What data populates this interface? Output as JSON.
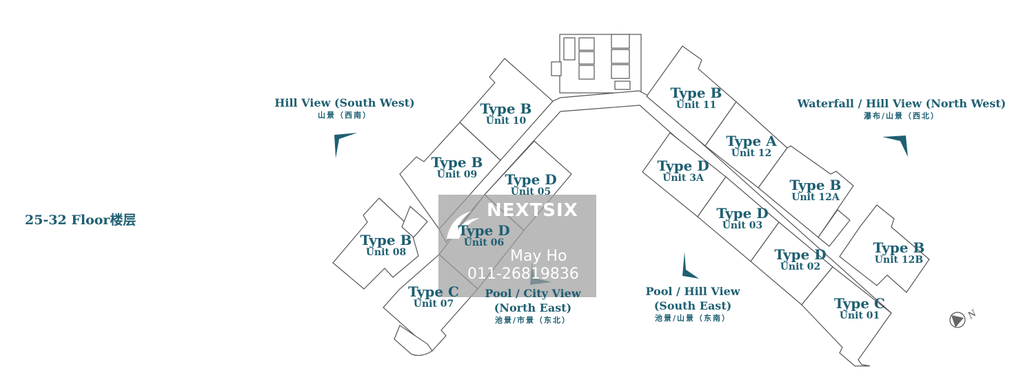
{
  "floor_label": "25-32 Floor楼层",
  "units": [
    {
      "type": "Type B",
      "unit": "Unit 10"
    },
    {
      "type": "Type B",
      "unit": "Unit 09"
    },
    {
      "type": "Type D",
      "unit": "Unit 05"
    },
    {
      "type": "Type D",
      "unit": "Unit 06"
    },
    {
      "type": "Type B",
      "unit": "Unit 08"
    },
    {
      "type": "Type C",
      "unit": "Unit 07"
    },
    {
      "type": "Type B",
      "unit": "Unit 11"
    },
    {
      "type": "Type A",
      "unit": "Unit 12"
    },
    {
      "type": "Type B",
      "unit": "Unit 12A"
    },
    {
      "type": "Type D",
      "unit": "Unit 3A"
    },
    {
      "type": "Type D",
      "unit": "Unit 03"
    },
    {
      "type": "Type D",
      "unit": "Unit 02"
    },
    {
      "type": "Type B",
      "unit": "Unit 12B"
    },
    {
      "type": "Type C",
      "unit": "Unit 01"
    }
  ],
  "views": [
    {
      "line1": "Hill View (South West)",
      "line2": "",
      "zh": "山景（西南）"
    },
    {
      "line1": "Waterfall / Hill View (North West)",
      "line2": "",
      "zh": "瀑布/山景（西北）"
    },
    {
      "line1": "Pool / City View",
      "line2": "(North East)",
      "zh": "池景/市景（东北）"
    },
    {
      "line1": "Pool / Hill View",
      "line2": "(South East)",
      "zh": "池景/山景（东南）"
    }
  ],
  "compass": {
    "label": "N"
  },
  "watermark": {
    "brand": "NEXTSIX",
    "name": "May Ho",
    "phone": "011-26819836"
  },
  "colors": {
    "accent": "#1e5f72",
    "outline": "#555555"
  }
}
